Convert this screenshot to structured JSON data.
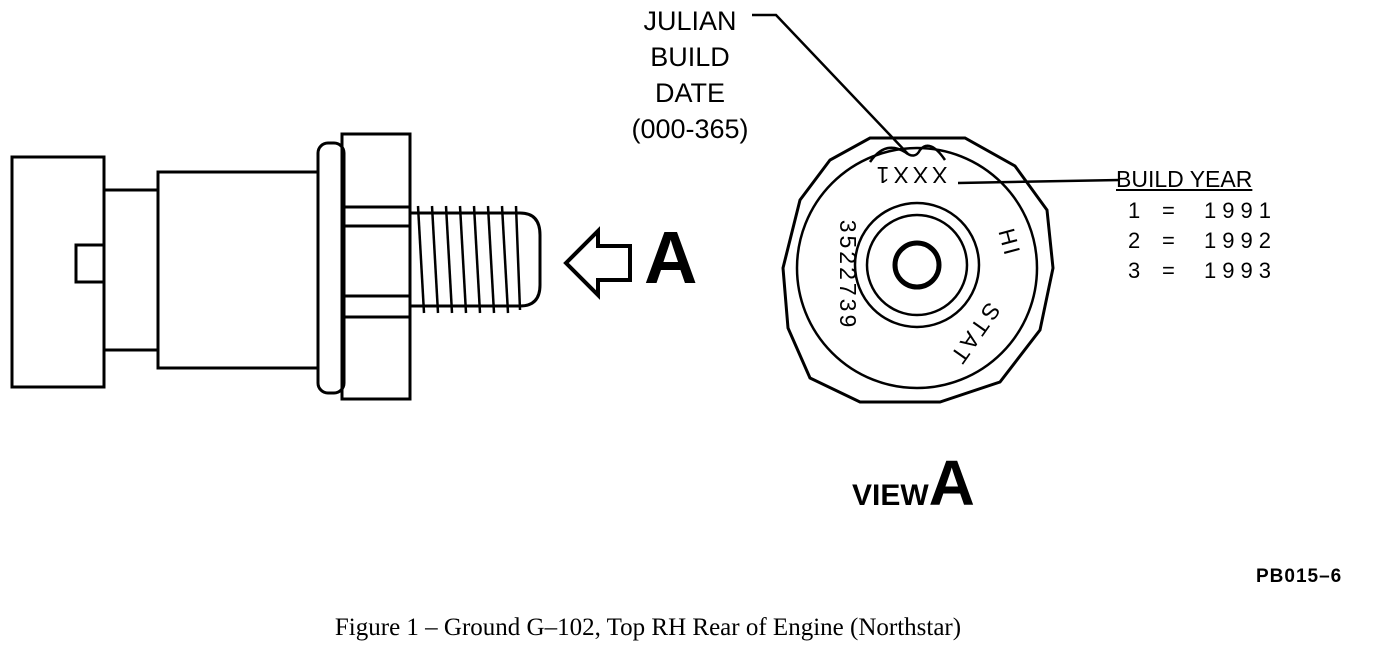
{
  "diagram": {
    "callouts": {
      "julian_build_date": [
        "JULIAN",
        "BUILD",
        "DATE",
        "(000-365)"
      ],
      "build_year_title": "BUILD YEAR",
      "build_year_rows": [
        {
          "code": "1",
          "sep": "=",
          "year": "1991"
        },
        {
          "code": "2",
          "sep": "=",
          "year": "1992"
        },
        {
          "code": "3",
          "sep": "=",
          "year": "1993"
        }
      ]
    },
    "face_markings": {
      "date_code": "XXX1",
      "part_number": "3522739",
      "words": [
        "HI",
        "STAT"
      ]
    },
    "arrow_label": "A",
    "view_label_word": "VIEW",
    "view_label_letter": "A",
    "figure_code": "PB015–6"
  },
  "caption": "Figure 1 – Ground G–102, Top RH Rear of Engine (Northstar)"
}
